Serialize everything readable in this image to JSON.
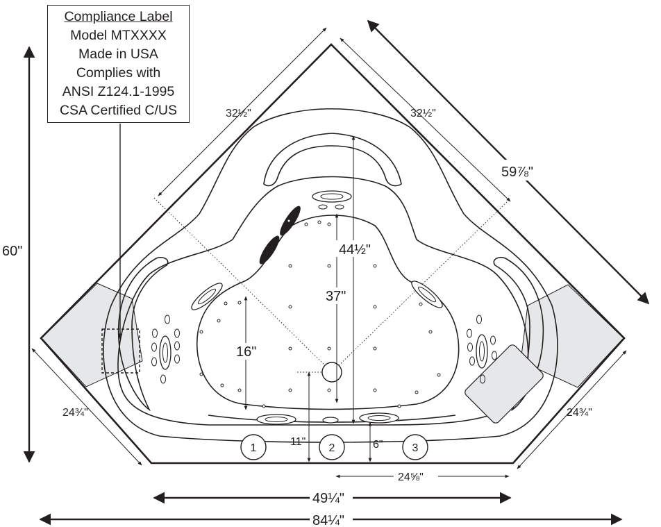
{
  "compliance_label": {
    "title": "Compliance Label",
    "lines": [
      "Model MTXXXX",
      "Made in USA",
      "Complies with",
      "ANSI Z124.1-1995",
      "CSA Certified C/US"
    ]
  },
  "dimensions": {
    "height_overall": "60\"",
    "diagonal_back": "59⅞\"",
    "back_left": "32½\"",
    "back_right": "32½\"",
    "depth_total": "44½\"",
    "depth_well": "37\"",
    "seat_depth": "16\"",
    "front_left_side": "24¾\"",
    "front_right_side": "24¾\"",
    "step_left": "11\"",
    "step_right": "6\"",
    "front_right_span": "24⅝\"",
    "front_width": "49¼\"",
    "overall_width": "84¼\""
  },
  "positions": [
    "1",
    "2",
    "3"
  ],
  "colors": {
    "line": "#231f20",
    "shade": "#e6e7e8",
    "jet_fill": "#231f20"
  }
}
